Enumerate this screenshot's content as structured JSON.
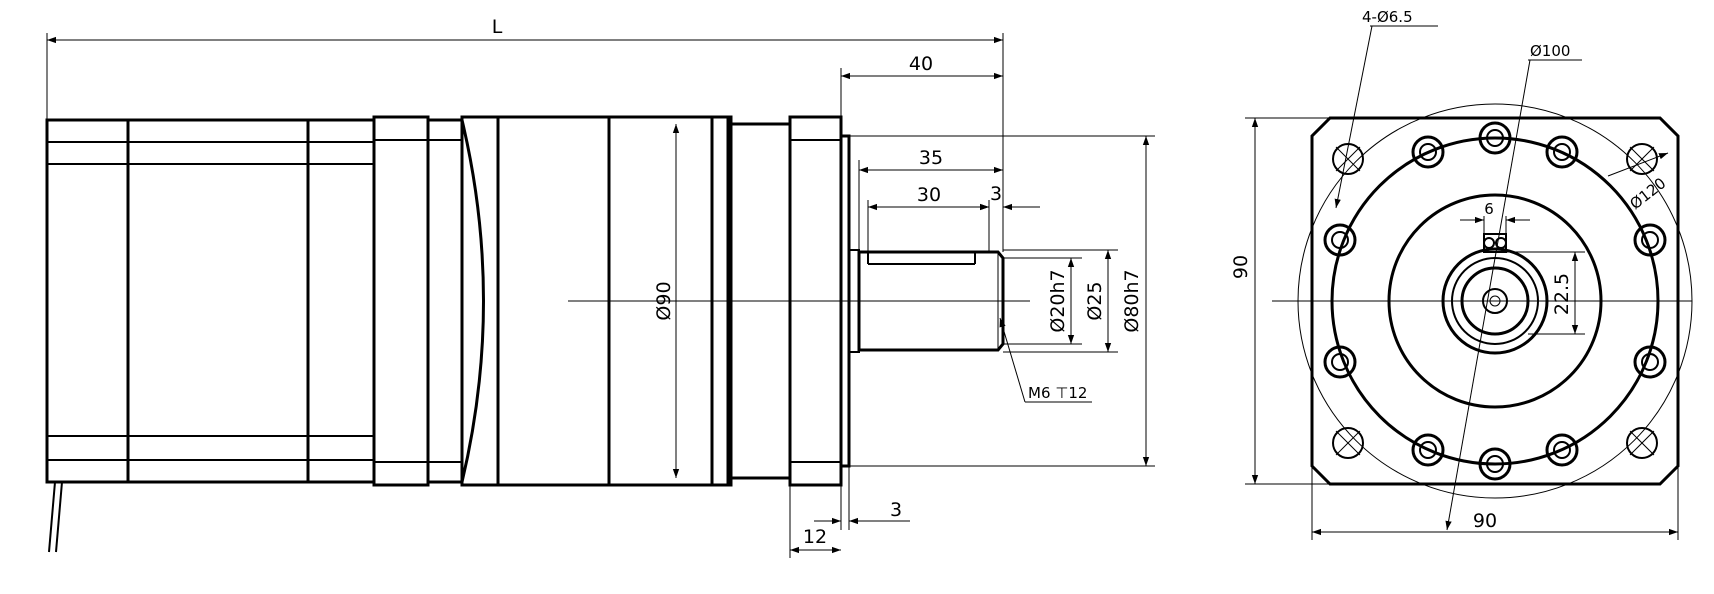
{
  "colors": {
    "ink": "#000000",
    "paper": "#ffffff"
  },
  "side_view": {
    "overall_length": "L",
    "flange_to_shaft_end": "40",
    "shaft_length": "35",
    "key_length": "30",
    "key_offset": "3",
    "body_diameter": "Ø90",
    "shaft_diameter": "Ø20h7",
    "shoulder_diameter": "Ø25",
    "pilot_diameter": "Ø80h7",
    "tapped_hole": "M6 ⊤12",
    "pilot_depth": "3",
    "flange_thickness": "12"
  },
  "front_view": {
    "mount_holes": "4-Ø6.5",
    "bolt_circle": "Ø100",
    "outer_circle": "Ø120",
    "key_width": "6",
    "key_height": "22.5",
    "height": "90",
    "width": "90"
  }
}
